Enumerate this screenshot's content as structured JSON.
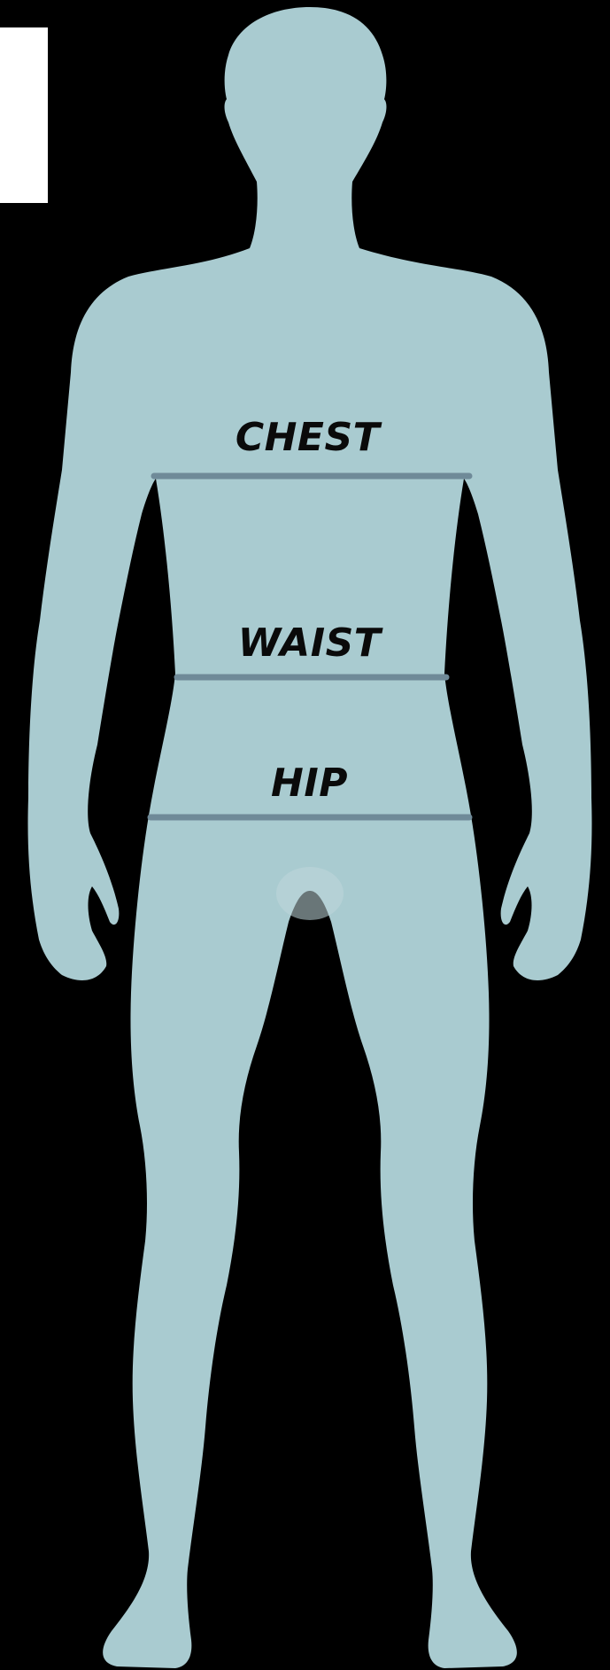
{
  "diagram": {
    "colors": {
      "background": "#000000",
      "silhouette": "#a9cbd0",
      "measure_line": "#6f8a98",
      "label_text": "#0a0a0a",
      "corner_card": "#ffffff"
    },
    "labels": {
      "chest": "CHEST",
      "waist": "WAIST",
      "hip": "HIP"
    }
  }
}
